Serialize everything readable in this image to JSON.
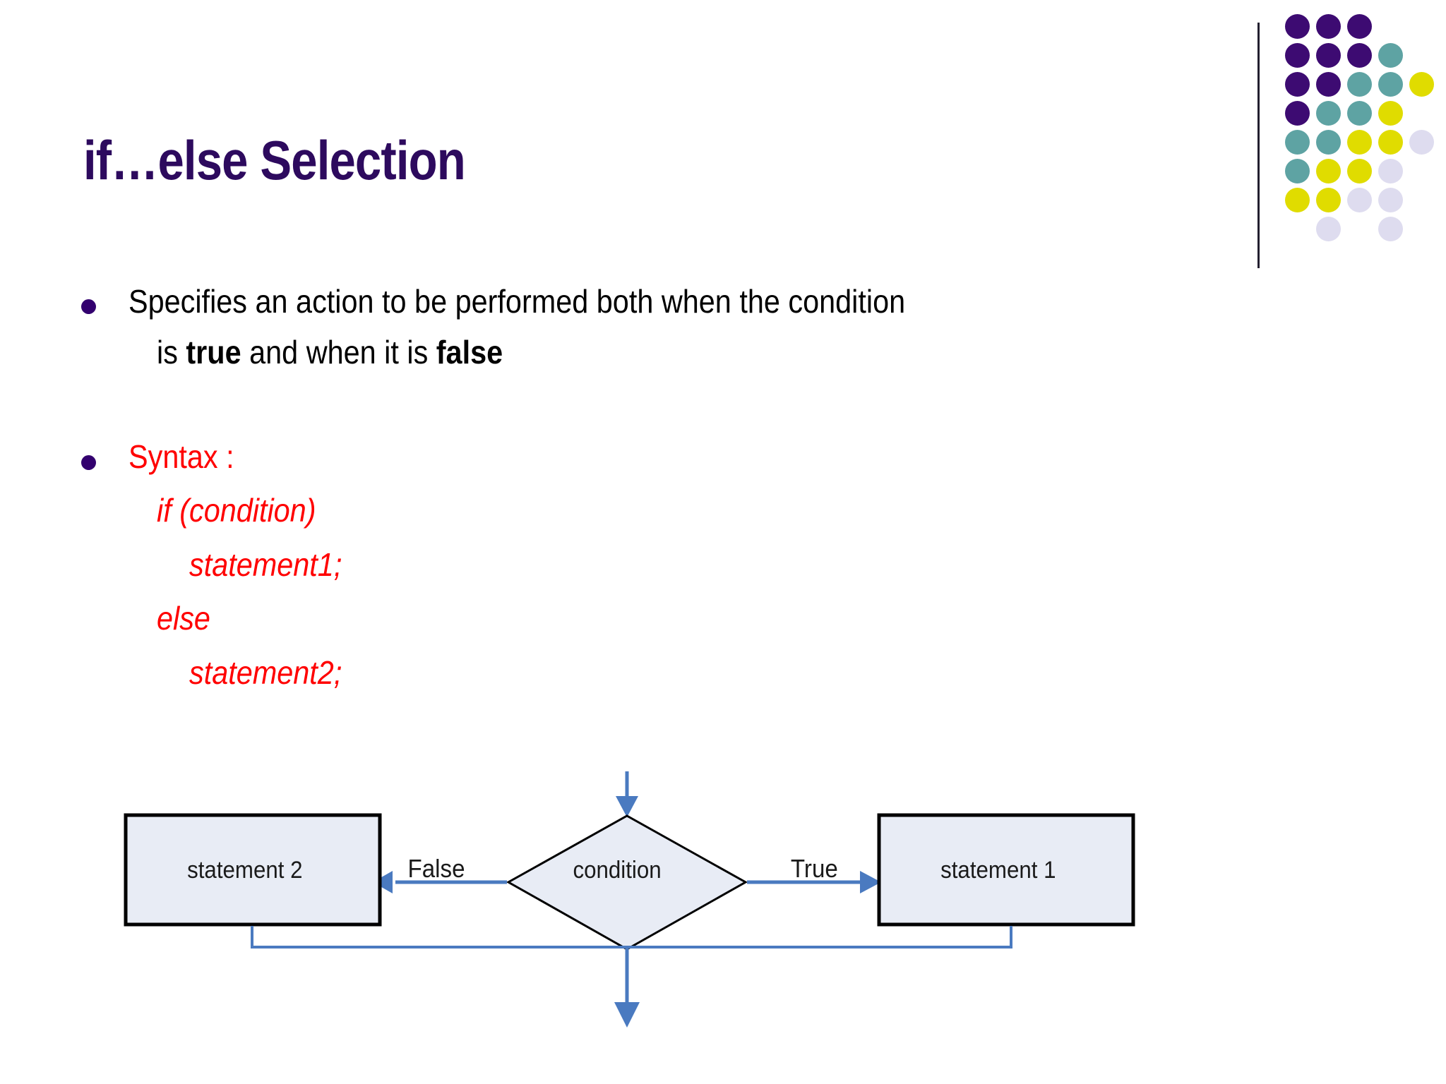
{
  "slide": {
    "title": "if…else Selection",
    "title_color": "#2D0A5E",
    "background": "#FFFFFF"
  },
  "logo": {
    "name": "dot-matrix-logo",
    "colors": {
      "purple": "#3D0B72",
      "teal": "#5EA3A3",
      "yellow": "#E0DC00",
      "lavender": "#DEDCEF"
    },
    "grid": [
      [
        "purple",
        "purple",
        "purple",
        "blank",
        "blank"
      ],
      [
        "purple",
        "purple",
        "purple",
        "teal",
        "blank"
      ],
      [
        "purple",
        "purple",
        "teal",
        "teal",
        "yellow"
      ],
      [
        "purple",
        "teal",
        "teal",
        "yellow",
        "blank"
      ],
      [
        "teal",
        "teal",
        "yellow",
        "yellow",
        "lavender"
      ],
      [
        "teal",
        "yellow",
        "yellow",
        "lavender",
        "blank"
      ],
      [
        "yellow",
        "yellow",
        "lavender",
        "lavender",
        "blank"
      ],
      [
        "blank",
        "lavender",
        "blank",
        "lavender",
        "blank"
      ]
    ]
  },
  "body": {
    "bullet1": {
      "line1_a": "Specifies an action to be performed both when the condition",
      "line2_a": "is ",
      "line2_b": "true",
      "line2_c": " and when it is ",
      "line2_d": "false"
    },
    "bullet2": {
      "heading": "Syntax :",
      "code": [
        "if (condition)",
        "statement1;",
        "else",
        "statement2;"
      ],
      "color": "#FF0000"
    }
  },
  "flowchart": {
    "type": "if-else-flowchart",
    "shape_fill": "#E8ECF5",
    "shape_stroke": "#000000",
    "connector_color": "#4A7AC0",
    "nodes": {
      "decision": "condition",
      "true_branch": "statement 1",
      "false_branch": "statement 2"
    },
    "edge_labels": {
      "left": "False",
      "right": "True"
    }
  }
}
